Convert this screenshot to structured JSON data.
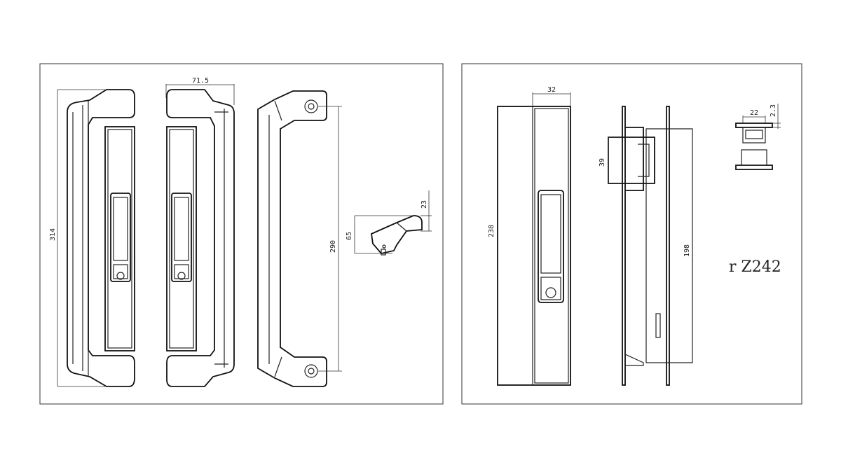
{
  "panels": {
    "left": {
      "dimensions": {
        "overall_height": "314",
        "width": "71.5",
        "mount_center": "290",
        "bracket_height": "65",
        "bracket_offset": "23"
      }
    },
    "right": {
      "dimensions": {
        "overall_height": "238",
        "width": "32",
        "side_depth": "39",
        "inner_length": "198",
        "top_width": "22",
        "top_thickness": "2.3"
      },
      "model_label": "r Z242"
    }
  }
}
